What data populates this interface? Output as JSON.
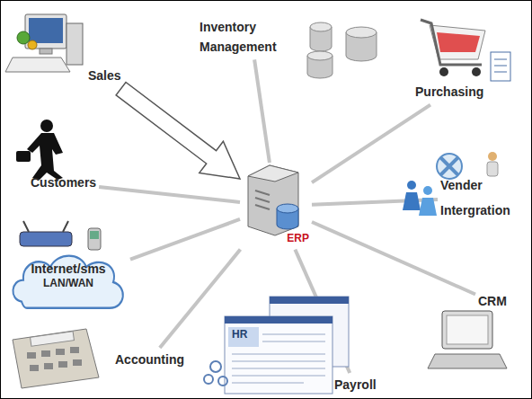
{
  "diagram": {
    "nodes": [
      {
        "text": [
          "Inventory Management"
        ]
      },
      {
        "text": [
          "Sales"
        ]
      },
      {
        "text": [
          "Purchasing"
        ]
      },
      {
        "text": [
          "Customers"
        ]
      },
      {
        "text": [
          "ERP"
        ]
      },
      {
        "text": [
          "Vender Intergration"
        ]
      },
      {
        "text": [
          "Internet/sms",
          "LAN/WAN"
        ]
      },
      {
        "text": [
          "CRM"
        ]
      },
      {
        "text": [
          "Accounting"
        ]
      },
      {
        "text": [
          "Payroll"
        ]
      }
    ],
    "edges": [
      {
        "from": 1,
        "to": 4,
        "arrow": "to"
      },
      {
        "from": 4,
        "to": 0,
        "arrow": "none"
      },
      {
        "from": 4,
        "to": 2,
        "arrow": "none"
      },
      {
        "from": 4,
        "to": 3,
        "arrow": "none"
      },
      {
        "from": 4,
        "to": 5,
        "arrow": "none"
      },
      {
        "from": 4,
        "to": 6,
        "arrow": "none"
      },
      {
        "from": 4,
        "to": 7,
        "arrow": "none"
      },
      {
        "from": 4,
        "to": 8,
        "arrow": "none"
      },
      {
        "from": 4,
        "to": 9,
        "arrow": "none"
      }
    ],
    "labels": [
      "HR"
    ]
  }
}
